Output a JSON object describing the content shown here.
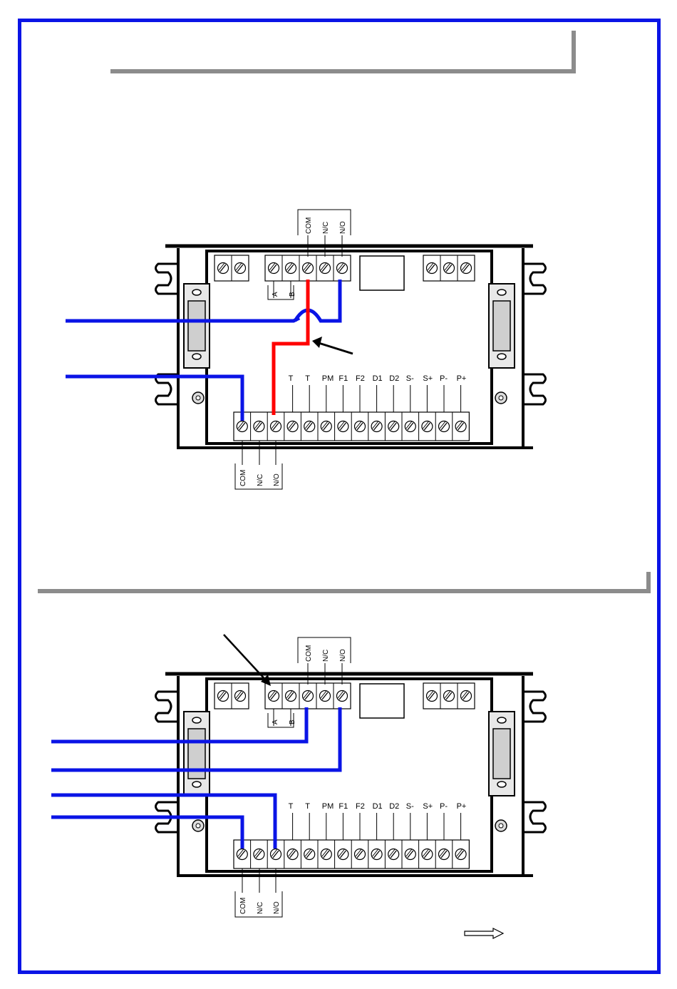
{
  "colors": {
    "frame": "#0a14e6",
    "wire_blue": "#0a14e6",
    "wire_red": "#ff0000",
    "title_bar": "#8c8c8c"
  },
  "relay_labels": {
    "com": "COM",
    "nc": "N/C",
    "no": "N/O"
  },
  "ab_labels": [
    "A",
    "B"
  ],
  "bottom_terminals": [
    "T",
    "T",
    "PM",
    "F1",
    "F2",
    "D1",
    "D2",
    "S-",
    "S+",
    "P-",
    "P+"
  ],
  "icons": {
    "screw": "screw-terminal-icon",
    "pointer": "arrow-icon",
    "next_page": "next-page-arrow-icon"
  }
}
